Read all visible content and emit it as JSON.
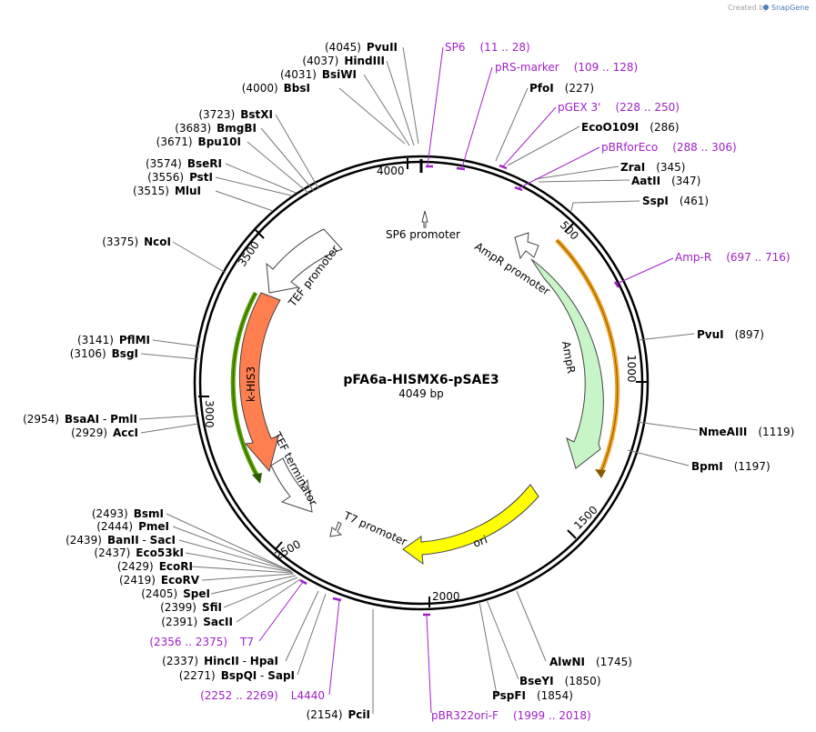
{
  "credit": {
    "prefix": "Created by",
    "brand": "SnapGene"
  },
  "plasmid": {
    "name": "pFA6a-HISMX6-pSAE3",
    "size": "4049 bp"
  },
  "ticks": [
    "500",
    "1000",
    "1500",
    "2000",
    "2500",
    "3000",
    "3500",
    "4000"
  ],
  "enzymes": {
    "pvuii_top": {
      "name": "PvuII",
      "pos": "(4045)"
    },
    "hindiii": {
      "name": "HindIII",
      "pos": "(4037)"
    },
    "bsiwi": {
      "name": "BsiWI",
      "pos": "(4031)"
    },
    "bbsi": {
      "name": "BbsI",
      "pos": "(4000)"
    },
    "bstxi": {
      "name": "BstXI",
      "pos": "(3723)"
    },
    "bmgbi": {
      "name": "BmgBI",
      "pos": "(3683)"
    },
    "bpu10i": {
      "name": "Bpu10I",
      "pos": "(3671)"
    },
    "bseri": {
      "name": "BseRI",
      "pos": "(3574)"
    },
    "psti": {
      "name": "PstI",
      "pos": "(3556)"
    },
    "mlui": {
      "name": "MluI",
      "pos": "(3515)"
    },
    "ncoi": {
      "name": "NcoI",
      "pos": "(3375)"
    },
    "pflmi": {
      "name": "PflMI",
      "pos": "(3141)"
    },
    "bsgi": {
      "name": "BsgI",
      "pos": "(3106)"
    },
    "bsaai": {
      "name": "BsaAI",
      "sep": " - ",
      "name2": "PmlI",
      "pos": "(2954)"
    },
    "acci": {
      "name": "AccI",
      "pos": "(2929)"
    },
    "bsmi": {
      "name": "BsmI",
      "pos": "(2493)"
    },
    "pmei": {
      "name": "PmeI",
      "pos": "(2444)"
    },
    "banii": {
      "name": "BanII",
      "sep": " - ",
      "name2": "SacI",
      "pos": "(2439)"
    },
    "eco53ki": {
      "name": "Eco53kI",
      "pos": "(2437)"
    },
    "ecori": {
      "name": "EcoRI",
      "pos": "(2429)"
    },
    "ecorv": {
      "name": "EcoRV",
      "pos": "(2419)"
    },
    "spei": {
      "name": "SpeI",
      "pos": "(2405)"
    },
    "sfii": {
      "name": "SfiI",
      "pos": "(2399)"
    },
    "sacii": {
      "name": "SacII",
      "pos": "(2391)"
    },
    "hincii": {
      "name": "HincII",
      "sep": " - ",
      "name2": "HpaI",
      "pos": "(2337)"
    },
    "bspqi": {
      "name": "BspQI",
      "sep": " - ",
      "name2": "SapI",
      "pos": "(2271)"
    },
    "pcii": {
      "name": "PciI",
      "pos": "(2154)"
    },
    "pfoi": {
      "name": "PfoI",
      "pos": "(227)"
    },
    "eco0109i": {
      "name": "EcoO109I",
      "pos": "(286)"
    },
    "zrai": {
      "name": "ZraI",
      "pos": "(345)"
    },
    "aatii": {
      "name": "AatII",
      "pos": "(347)"
    },
    "sspi": {
      "name": "SspI",
      "pos": "(461)"
    },
    "pvui": {
      "name": "PvuI",
      "pos": "(897)"
    },
    "nmeaiii": {
      "name": "NmeAIII",
      "pos": "(1119)"
    },
    "bpmi": {
      "name": "BpmI",
      "pos": "(1197)"
    },
    "alwni": {
      "name": "AlwNI",
      "pos": "(1745)"
    },
    "bseyi": {
      "name": "BseYI",
      "pos": "(1850)"
    },
    "pspfi": {
      "name": "PspFI",
      "pos": "(1854)"
    }
  },
  "primers": {
    "sp6": {
      "name": "SP6",
      "range": "(11 .. 28)"
    },
    "prs": {
      "name": "pRS-marker",
      "range": "(109 .. 128)"
    },
    "pgex": {
      "name": "pGEX 3'",
      "range": "(228 .. 250)"
    },
    "pbr": {
      "name": "pBRforEco",
      "range": "(288 .. 306)"
    },
    "ampr": {
      "name": "Amp-R",
      "range": "(697 .. 716)"
    },
    "t7": {
      "name": "T7",
      "range": "(2356 .. 2375)"
    },
    "l4440": {
      "name": "L4440",
      "range": "(2252 .. 2269)"
    },
    "pbr322": {
      "name": "pBR322ori-F",
      "range": "(1999 .. 2018)"
    }
  },
  "features": {
    "sp6_promoter": "SP6 promoter",
    "ampr_promoter": "AmpR promoter",
    "ampr": "AmpR",
    "ori": "ori",
    "t7_promoter": "T7 promoter",
    "tef_terminator": "TEF terminator",
    "khis3": "k-HIS3",
    "tef_promoter": "TEF promoter"
  },
  "colors": {
    "primer": "#a020c8",
    "ampr": "#c8f5c8",
    "ori": "#ffff00",
    "khis3": "#ff7f50",
    "orf_orange": "#f0a020",
    "orf_green": "#5aa000"
  }
}
